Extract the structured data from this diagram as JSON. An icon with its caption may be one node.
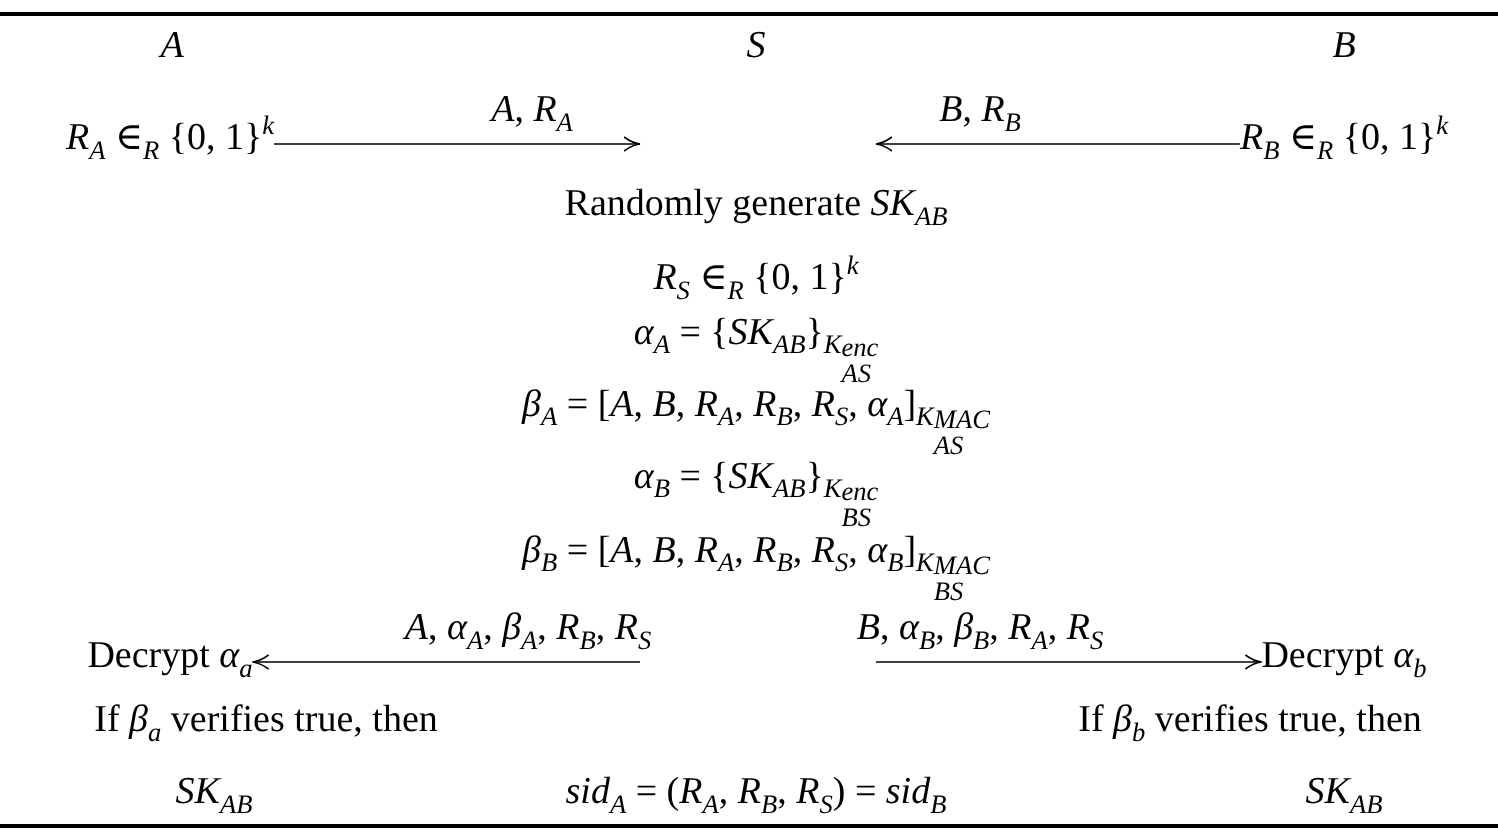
{
  "diagram": {
    "nodes": [
      {
        "text": [
          "*A*"
        ]
      },
      {
        "text": [
          "*S*"
        ]
      },
      {
        "text": [
          "*B*"
        ]
      },
      {
        "text": [
          "*R*$_{A}$ ∈$_{R}$ {0, 1}$^{k}$"
        ]
      },
      {
        "text": [
          "*R*$_{B}$ ∈$_{R}$ {0, 1}$^{k}$"
        ]
      },
      {
        "text": [
          "Decrypt *α*$_{a}$"
        ]
      },
      {
        "text": [
          "Decrypt *α*$_{b}$"
        ]
      }
    ],
    "edges": [
      {
        "from": 3,
        "to": null,
        "arrow": "to",
        "label": "*A*, *R*$_{A}$"
      },
      {
        "from": 4,
        "to": null,
        "arrow": "to",
        "label": "*B*, *R*$_{B}$"
      },
      {
        "from": null,
        "to": 5,
        "arrow": "to",
        "label": "*A*, *α*$_{A}$, *β*$_{A}$, *R*$_{B}$, *R*$_{S}$"
      },
      {
        "from": null,
        "to": 6,
        "arrow": "to",
        "label": "*B*, *α*$_{B}$, *β*$_{B}$, *R*$_{A}$, *R*$_{S}$"
      }
    ],
    "labels": [
      "Randomly generate *SK*$_{AB}$",
      "*R*$_{S}$ ∈$_{R}$ {0, 1}$^{k}$",
      "*α*$_{A}$ = {*SK*$_{AB}$}$_{K}$$_{AS}$$^{enc}$",
      "*β*$_{A}$ = [*A*, *B*, *R*$_{A}$, *R*$_{B}$, *R*$_{S}$, *α*$_{A}$]$_{K}$$_{AS}$$^{MAC}$",
      "*α*$_{B}$ = {*SK*$_{AB}$}$_{K}$$_{BS}$$^{enc}$",
      "*β*$_{B}$ = [*A*, *B*, *R*$_{A}$, *R*$_{B}$, *R*$_{S}$, *α*$_{B}$]$_{K}$$_{BS}$$^{MAC}$",
      "If *β*$_{a}$ verifies true, then",
      "If *β*$_{b}$ verifies true, then",
      "*SK*$_{AB}$",
      "*sid*$_{A}$ = (*R*$_{A}$, *R*$_{B}$, *R*$_{S}$) = *sid*$_{B}$",
      "*SK*$_{AB}$"
    ]
  }
}
